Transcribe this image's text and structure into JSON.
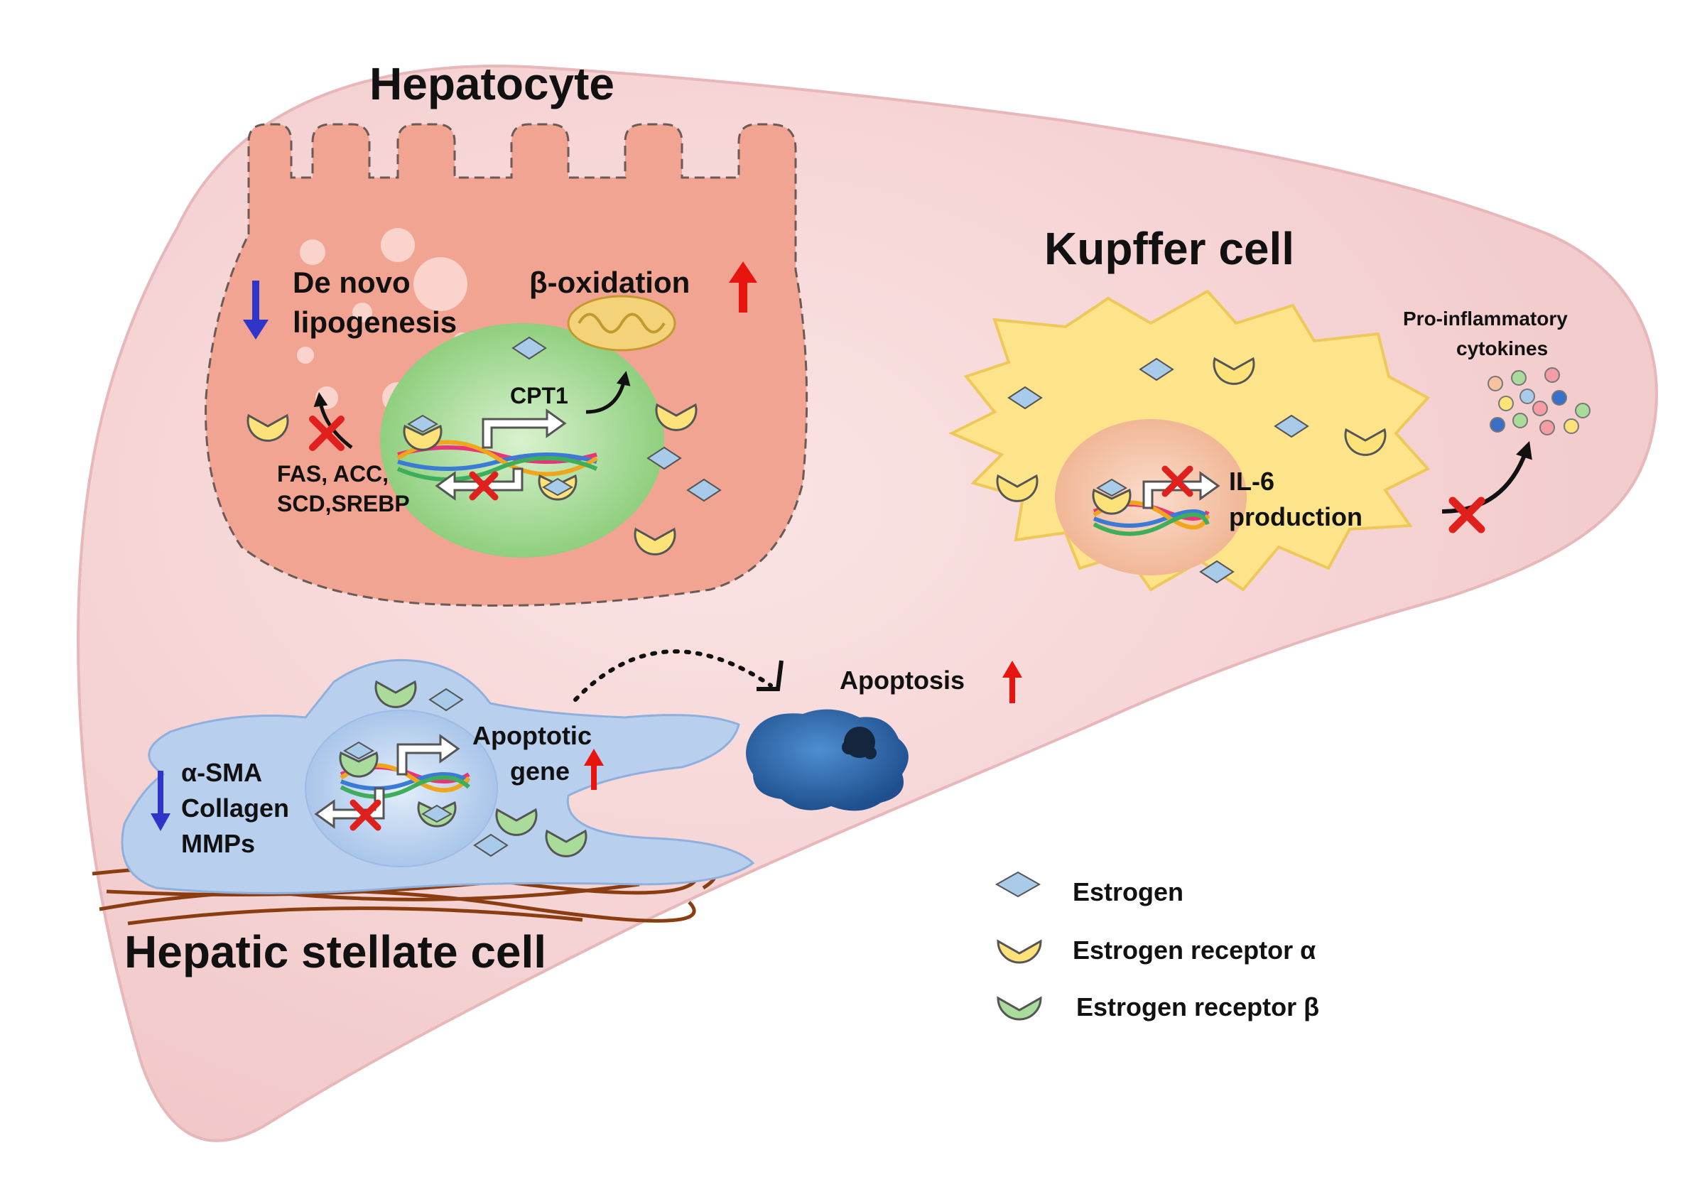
{
  "labels": {
    "hepatocyte": "Hepatocyte",
    "kupffer": "Kupffer cell",
    "stellate": "Hepatic stellate cell",
    "de_novo_1": "De novo",
    "de_novo_2": "lipogenesis",
    "beta_oxidation": "β-oxidation",
    "cpt1": "CPT1",
    "genes_1": "FAS, ACC,",
    "genes_2": "SCD,SREBP",
    "pro_inflammatory_1": "Pro-inflammatory",
    "pro_inflammatory_2": "cytokines",
    "il6_1": "IL-6",
    "il6_2": "production",
    "apoptosis": "Apoptosis",
    "apoptotic_1": "Apoptotic",
    "apoptotic_2": "gene",
    "fib_1": "α-SMA",
    "fib_2": "Collagen",
    "fib_3": "MMPs"
  },
  "legend": {
    "estrogen": "Estrogen",
    "er_alpha": "Estrogen receptor α",
    "er_beta": "Estrogen receptor β"
  },
  "colors": {
    "liver": "#f8d9da",
    "hepatocyte": "#f2a493",
    "hepatocyte_nucleus": "#a8d99a",
    "kupffer": "#fde48a",
    "kupffer_nucleus": "#f7c9b0",
    "stellate": "#b9cfee",
    "stellate_nucleus": "#cfe0f6",
    "er_alpha": "#fde27a",
    "er_beta": "#a9dc9a",
    "estrogen": "#a9cbea",
    "up_arrow": "#e8150f",
    "down_arrow": "#2f35c9",
    "inhibit": "#e0201c",
    "fibers": "#8b3d12",
    "apoptotic_cell": "#2f6eb5"
  },
  "icons": [
    "estrogen-icon",
    "er-alpha-icon",
    "er-beta-icon",
    "dna-icon",
    "mitochondrion-icon",
    "inhibition-x-icon",
    "up-arrow-icon",
    "down-arrow-icon",
    "cytokine-icon"
  ]
}
